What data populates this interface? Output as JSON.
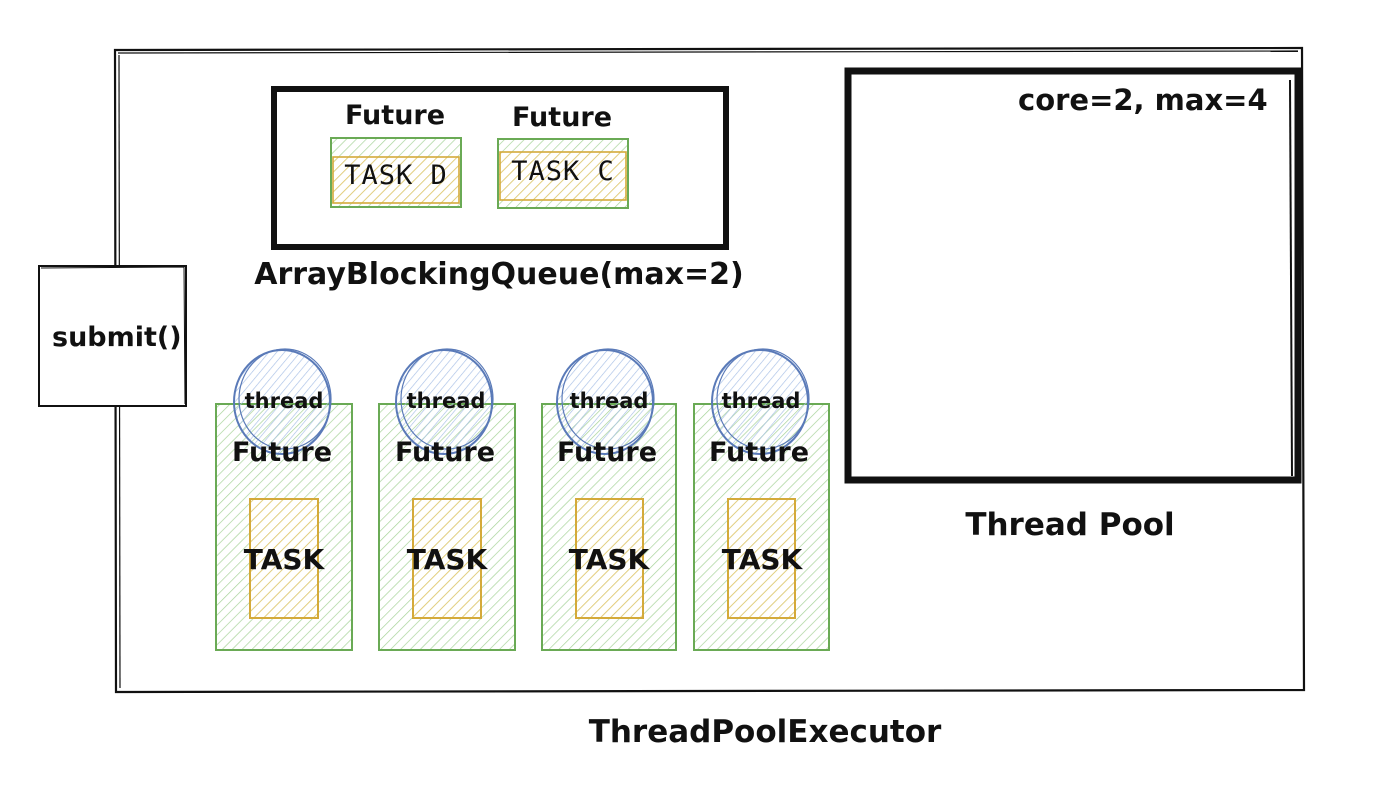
{
  "executor": {
    "label": "ThreadPoolExecutor"
  },
  "submit": {
    "label": "submit()"
  },
  "queue": {
    "label": "ArrayBlockingQueue(max=2)",
    "items": [
      {
        "future_label": "Future",
        "task_label": "TASK D"
      },
      {
        "future_label": "Future",
        "task_label": "TASK C"
      }
    ]
  },
  "pool": {
    "label": "Thread Pool",
    "config": "core=2, max=4"
  },
  "workers": [
    {
      "thread_label": "thread",
      "future_label": "Future",
      "task_label": "TASK"
    },
    {
      "thread_label": "thread",
      "future_label": "Future",
      "task_label": "TASK"
    },
    {
      "thread_label": "thread",
      "future_label": "Future",
      "task_label": "TASK"
    },
    {
      "thread_label": "thread",
      "future_label": "Future",
      "task_label": "TASK"
    }
  ],
  "colors": {
    "stroke": "#111111",
    "future_green": "#6aaa55",
    "task_yellow": "#d4aa3a",
    "thread_blue": "#5a7ab8",
    "hatch_green": "#a8d39a",
    "hatch_yellow": "#f2c86a",
    "hatch_blue": "#a8c0e6"
  }
}
